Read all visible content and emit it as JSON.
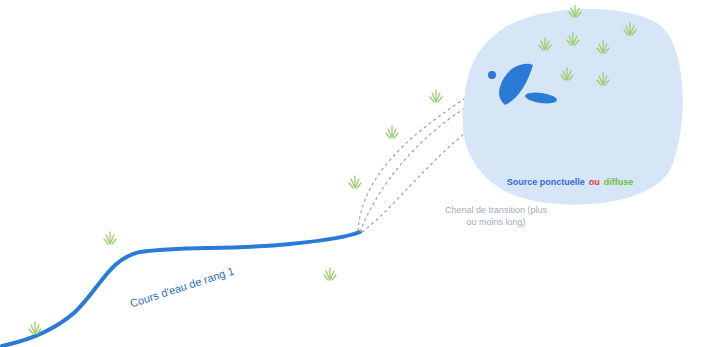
{
  "diagram": {
    "nodes": [
      {
        "text": [
          "Source ponctuelle",
          "ou",
          "diffuse"
        ]
      }
    ],
    "labels": [
      "Chenal de transition (plus ou moins long)",
      "Cours d'eau de rang 1"
    ]
  }
}
